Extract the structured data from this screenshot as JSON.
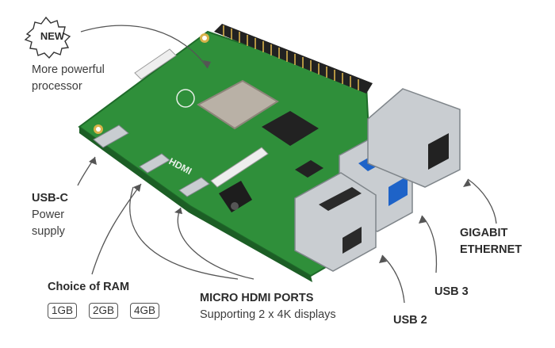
{
  "badge": {
    "text": "NEW"
  },
  "callouts": {
    "processor": {
      "line1": "More powerful",
      "line2": "processor"
    },
    "usbc": {
      "title": "USB-C",
      "line1": "Power",
      "line2": "supply"
    },
    "ram": {
      "title": "Choice of RAM",
      "options": [
        "1GB",
        "2GB",
        "4GB"
      ]
    },
    "hdmi": {
      "title": "MICRO HDMI PORTS",
      "subtitle": "Supporting 2 x 4K displays"
    },
    "usb2": {
      "title": "USB 2"
    },
    "usb3": {
      "title": "USB 3"
    },
    "ethernet": {
      "line1": "GIGABIT",
      "line2": "ETHERNET"
    }
  },
  "board": {
    "silkscreen_hdmi": "HDMI",
    "colors": {
      "pcb": "#2f8f3a",
      "pcb_dark": "#1f6b2a",
      "metal": "#c9cdd1",
      "usb3_blue": "#1e63c8",
      "chip": "#b9b1a6",
      "gold": "#d8b24a"
    }
  }
}
